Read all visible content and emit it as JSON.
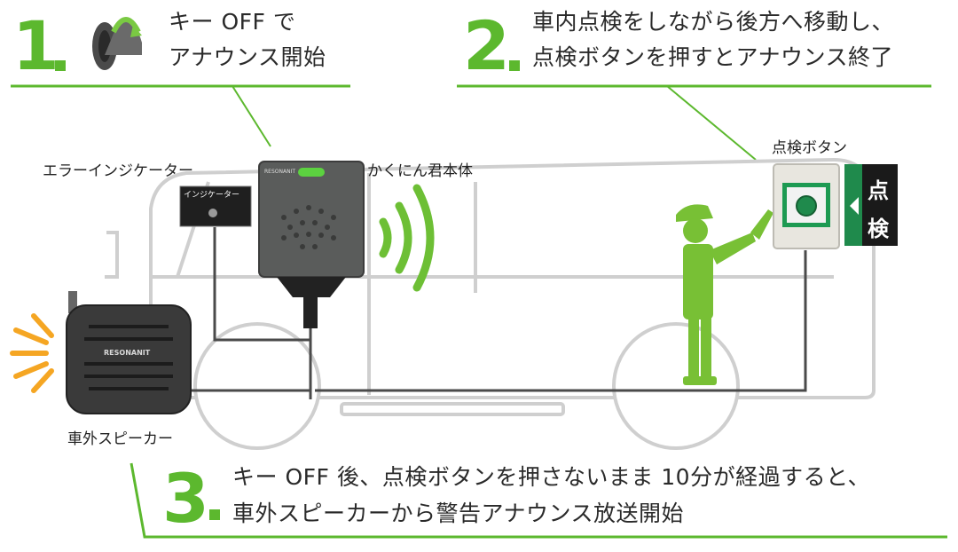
{
  "steps": [
    {
      "number": "1",
      "line1": "キー OFF で",
      "line2": "アナウンス開始"
    },
    {
      "number": "2",
      "line1": "車内点検をしながら後方へ移動し、",
      "line2": "点検ボタンを押すとアナウンス終了"
    },
    {
      "number": "3",
      "line1": "キー OFF 後、点検ボタンを押さないまま 10分が経過すると、",
      "line2": "車外スピーカーから警告アナウンス放送開始"
    }
  ],
  "labels": {
    "error_indicator": "エラーインジケーター",
    "indicator_box": "インジケーター",
    "main_unit": "かくにん君本体",
    "inspection_button": "点検ボタン",
    "external_speaker": "車外スピーカー",
    "brand": "RESONANIT",
    "sign_top": "点",
    "sign_bottom": "検"
  },
  "colors": {
    "accent_green": "#5cb82e",
    "sign_green": "#1f8a4c"
  }
}
